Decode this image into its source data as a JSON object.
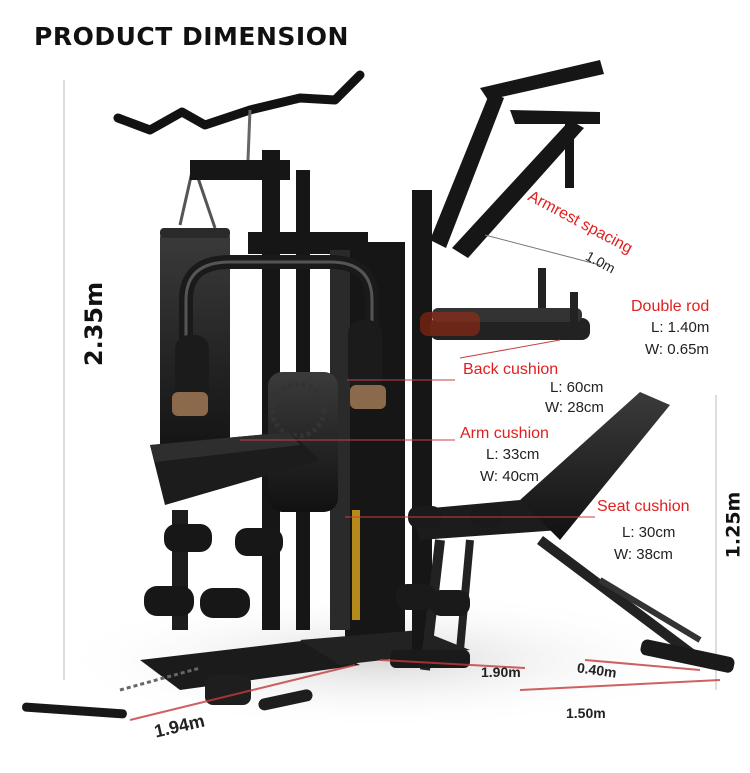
{
  "title": "PRODUCT DIMENSION",
  "dimensions": {
    "height_total": "2.35m",
    "height_bench": "1.25m",
    "width_front": "1.94m",
    "depth_bench": "1.90m",
    "bench_width": "0.40m",
    "bench_length": "1.50m"
  },
  "callouts": {
    "armrest": {
      "label": "Armrest spacing",
      "value": "1.0m"
    },
    "double_rod": {
      "label": "Double rod",
      "length": "L: 1.40m",
      "width": "W: 0.65m"
    },
    "back_cushion": {
      "label": "Back cushion",
      "length": "L: 60cm",
      "width": "W: 28cm"
    },
    "arm_cushion": {
      "label": "Arm cushion",
      "length": "L: 33cm",
      "width": "W: 40cm"
    },
    "seat_cushion": {
      "label": "Seat cushion",
      "length": "L: 30cm",
      "width": "W: 38cm"
    }
  },
  "colors": {
    "accent": "#e02020",
    "frame": "#1a1a1a",
    "pad": "#202020",
    "guide": "#c84040"
  }
}
